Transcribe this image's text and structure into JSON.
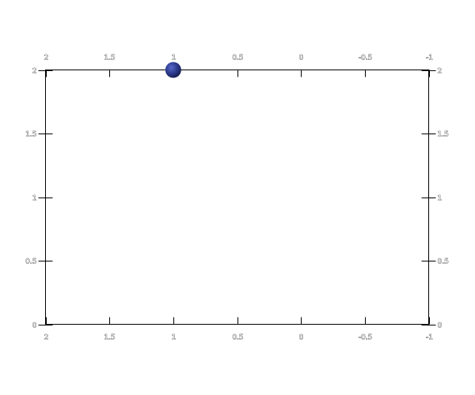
{
  "chart_data": {
    "type": "scatter",
    "x_ticks": [
      "2",
      "1.5",
      "1",
      "0.5",
      "0",
      "-0.5",
      "-1"
    ],
    "y_ticks": [
      "0",
      "0.5",
      "1",
      "1.5",
      "2"
    ],
    "x_range": [
      2,
      -1
    ],
    "y_range": [
      0,
      2
    ],
    "x_axis_direction": "reversed",
    "grid": false,
    "legend": "none",
    "points": [
      {
        "x": 1,
        "y": 2
      }
    ],
    "marker": "sphere",
    "marker_color": "#2c3a8c"
  }
}
